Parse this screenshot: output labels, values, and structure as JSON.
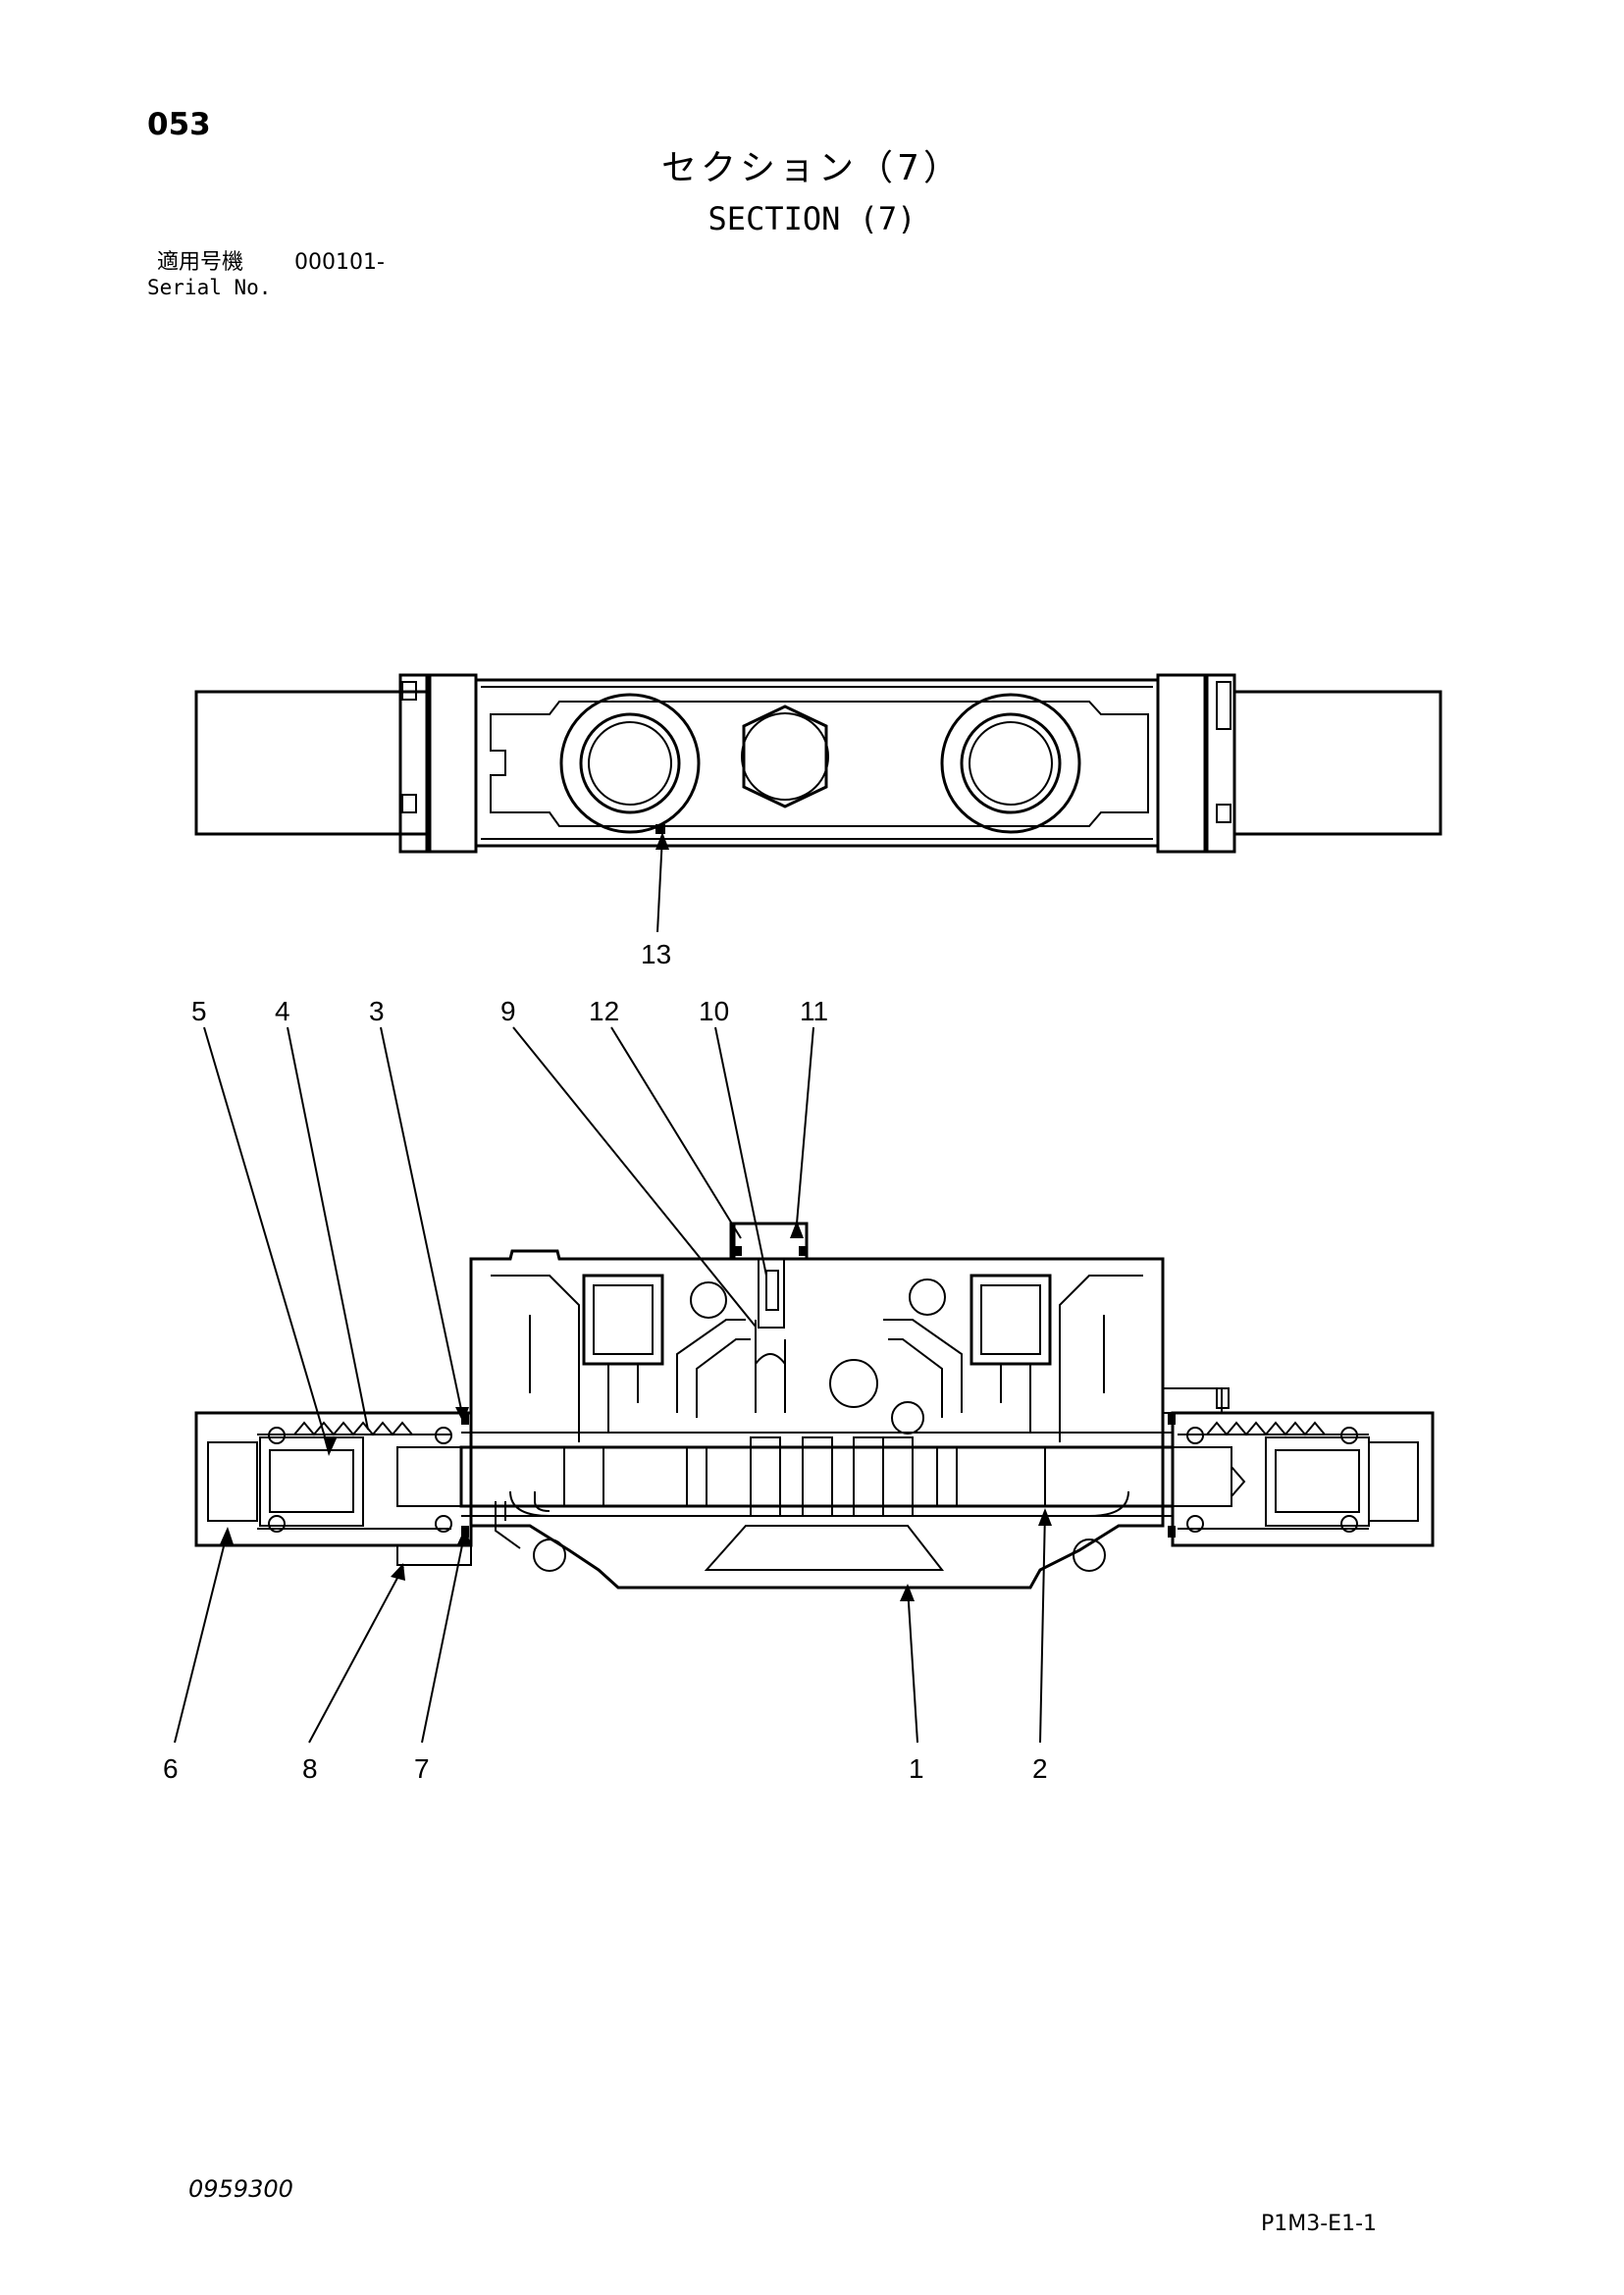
{
  "header": {
    "page_number": "053",
    "title_jp": "セクション（7）",
    "title_en": "SECTION (7)",
    "serial_label_jp": "適用号機",
    "serial_value": "000101-",
    "serial_label_en": "Serial No."
  },
  "callouts": {
    "top_view": [
      "13"
    ],
    "section_view_top": [
      "5",
      "4",
      "3",
      "9",
      "12",
      "10",
      "11"
    ],
    "section_view_bottom": [
      "6",
      "8",
      "7",
      "1",
      "2"
    ]
  },
  "footer": {
    "drawing_number": "0959300",
    "page_code": "P1M3-E1-1"
  }
}
